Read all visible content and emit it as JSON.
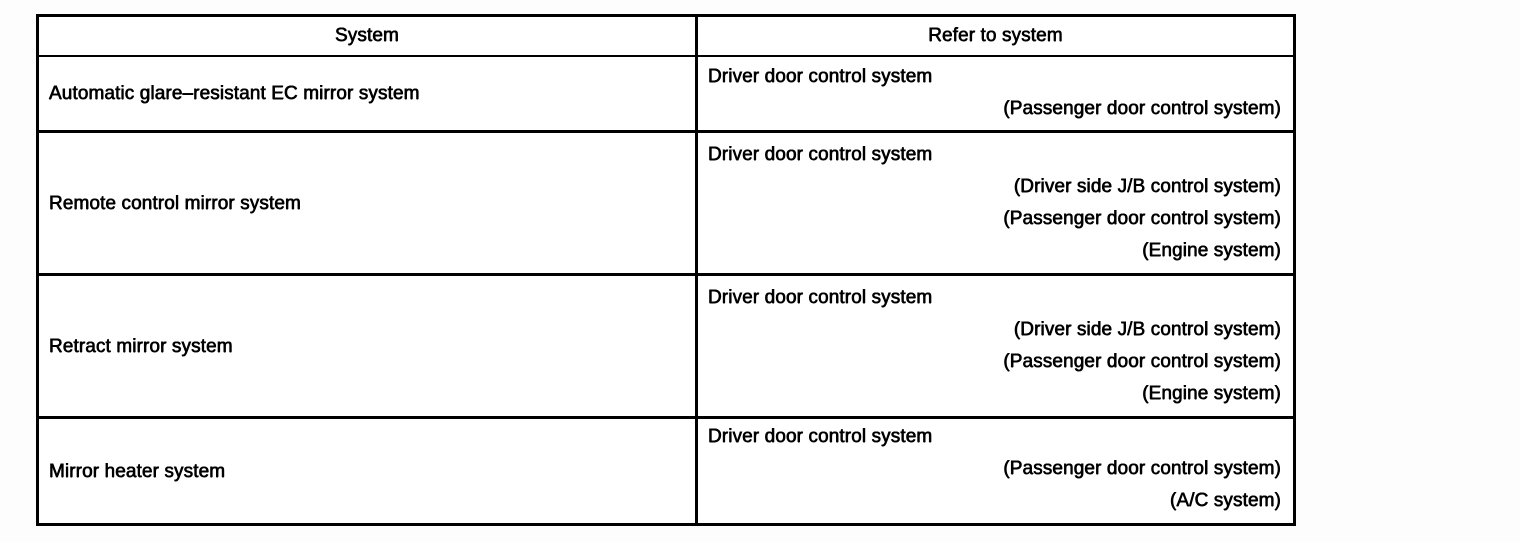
{
  "table": {
    "columns": [
      {
        "key": "system",
        "header": "System",
        "align": "center"
      },
      {
        "key": "refer",
        "header": "Refer to system",
        "align": "center"
      }
    ],
    "rows": [
      {
        "system": "Automatic glare–resistant EC mirror system",
        "refer": {
          "primary": "Driver door control system",
          "sub": [
            "(Passenger door control system)"
          ]
        }
      },
      {
        "system": "Remote control mirror system",
        "refer": {
          "primary": "Driver door control system",
          "sub": [
            "(Driver side J/B control system)",
            "(Passenger door control system)",
            "(Engine system)"
          ]
        }
      },
      {
        "system": "Retract mirror system",
        "refer": {
          "primary": "Driver door control system",
          "sub": [
            "(Driver side J/B control system)",
            "(Passenger door control system)",
            "(Engine system)"
          ]
        }
      },
      {
        "system": "Mirror heater system",
        "refer": {
          "primary": "Driver door control system",
          "sub": [
            "(Passenger door control system)",
            "(A/C system)"
          ]
        }
      }
    ]
  },
  "colors": {
    "rule": "#000000",
    "text": "#000000",
    "page_background": "#fdfdfd",
    "table_background": "#ffffff"
  }
}
